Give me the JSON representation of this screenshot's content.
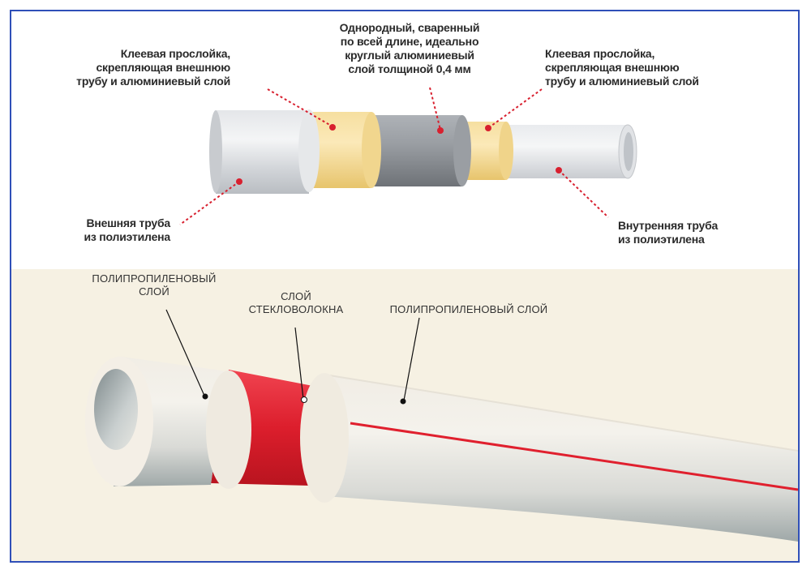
{
  "top": {
    "labels": {
      "adhesive_left": [
        "Клеевая прослойка,",
        "скрепляющая внешнюю",
        "трубу и алюминиевый слой"
      ],
      "aluminium": [
        "Однородный, сваренный",
        "по всей длине, идеально",
        "круглый алюминиевый",
        "слой толщиной 0,4 мм"
      ],
      "adhesive_right": [
        "Клеевая прослойка,",
        "скрепляющая внешнюю",
        "трубу и алюминиевый слой"
      ],
      "outer_pipe": [
        "Внешняя труба",
        "из полиэтилена"
      ],
      "inner_pipe": [
        "Внутренняя труба",
        "из полиэтилена"
      ]
    }
  },
  "bottom": {
    "labels": {
      "pp_left": [
        "ПОЛИПРОПИЛЕНОВЫЙ",
        "СЛОЙ"
      ],
      "fiberglass": [
        "СЛОЙ",
        "СТЕКЛОВОЛОКНА"
      ],
      "pp_right": [
        "ПОЛИПРОПИЛЕНОВЫЙ СЛОЙ"
      ]
    }
  },
  "colors": {
    "frame": "#2f4fb8",
    "pointer": "#d8202f",
    "adhesive": "#f3d488",
    "aluminium": "#8f9398",
    "polyethylene": "#d9dce0",
    "fiberglass": "#e0202e",
    "polypropylene": "#ece7dc",
    "bottom_background": "#f6f1e3"
  }
}
